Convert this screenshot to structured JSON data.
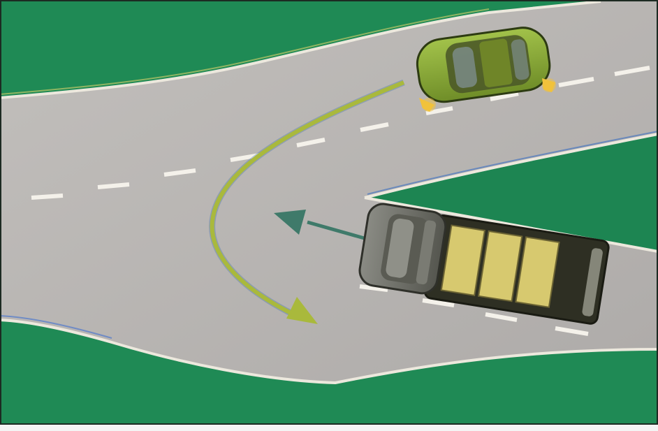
{
  "scene": {
    "description_visible_text": "",
    "colors": {
      "grass": "#1f8a55",
      "grass_dark": "#177246",
      "road": "#b9b6b4",
      "road_edge": "#e9e7e2",
      "lane_marking": "#f3efe8",
      "green_car_body": "#87a83a",
      "green_car_roof": "#58682c",
      "truck_cab": "#6f6f66",
      "truck_bed": "#2e2f23",
      "cargo": "#d6c76e",
      "turn_arrow": "#a8b93a",
      "straight_arrow": "#3f7a6a",
      "indicator": "#f1c23b"
    },
    "elements": {
      "left_turn_arrow": "curved-arrow",
      "straight_arrow": "double-headed-arrow",
      "vehicles": [
        "green-car",
        "truck"
      ]
    }
  }
}
